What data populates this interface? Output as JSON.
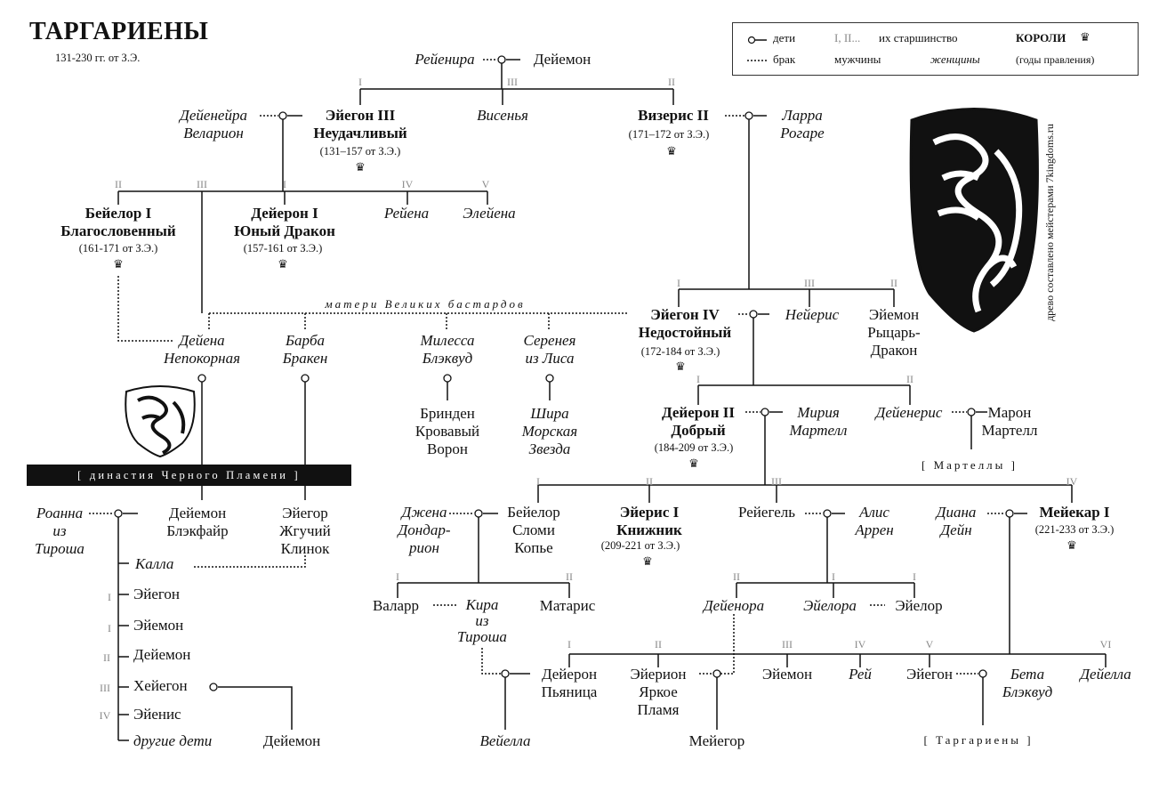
{
  "header": {
    "title": "ТАРГАРИЕНЫ",
    "subtitle": "131-230 гг. от З.Э."
  },
  "legend": {
    "children": "дети",
    "marriage": "брак",
    "seniority_numerals": "I, II...",
    "seniority_label": "их старшинство",
    "men": "мужчины",
    "women": "женщины",
    "kings": "КОРОЛИ",
    "reign": "(годы правления)",
    "crown_icon": "crown-icon"
  },
  "watermark": "древо составлено мейстерами 7kingdoms.ru",
  "banners": {
    "blackfyre": "[ династия Черного Пламени ]",
    "martells": "[ Мартеллы ]",
    "targaryens": "[ Таргариены ]"
  },
  "bastards_mothers_label": "матери Великих бастардов",
  "crown": "♛",
  "people": {
    "rhaenyra": "Рейенира",
    "daemon": "Дейемон",
    "daenaera": "Дейенейра\nВеларион",
    "aegon3": "Эйегон III\nНеудачливый",
    "aegon3_reign": "(131–157 от З.Э.)",
    "visenya": "Висенья",
    "viserys2": "Визерис II",
    "viserys2_reign": "(171–172 от З.Э.)",
    "larra": "Ларра\nРогаре",
    "baelor1": "Бейелор I\nБлагословенный",
    "baelor1_reign": "(161-171 от З.Э.)",
    "daeron1": "Дейерон I\nЮный Дракон",
    "daeron1_reign": "(157-161 от З.Э.)",
    "rhaena": "Рейена",
    "elaena": "Элейена",
    "daena": "Дейена\nНепокорная",
    "barba": "Барба\nБракен",
    "melissa": "Милесса\nБлэквуд",
    "serenei": "Серенея\nиз Лиса",
    "aegon4": "Эйегон IV\nНедостойный",
    "aegon4_reign": "(172-184 от З.Э.)",
    "naerys": "Нейерис",
    "aemon": "Эйемон\nРыцарь-\nДракон",
    "brynden": "Бринден\nКровавый\nВорон",
    "shiera": "Шира\nМорская\nЗвезда",
    "daeron2": "Дейерон II\nДобрый",
    "daeron2_reign": "(184-209 от З.Э.)",
    "myriah": "Мирия\nМартелл",
    "daenerys": "Дейенерис",
    "maron": "Марон\nМартелл",
    "rohanne": "Роанна\nиз\nТироша",
    "daemon_bf": "Дейемон\nБлэкфайр",
    "aegor": "Эйегор\nЖгучий\nКлинок",
    "calla": "Калла",
    "bf_aegon": "Эйегон",
    "bf_aemon": "Эйемон",
    "bf_daemon": "Дейемон",
    "haegon": "Хейегон",
    "aenys": "Эйенис",
    "other_children": "другие дети",
    "haegon_daemon": "Дейемон",
    "jena": "Джена\nДондар-\nрион",
    "baelor_bs": "Бейелор\nСломи\nКопье",
    "aerys1": "Эйерис I\nКнижник",
    "aerys1_reign": "(209-221 от З.Э.)",
    "rhaegel": "Рейегель",
    "alys": "Алис\nАррен",
    "dyanna": "Диана\nДейн",
    "maekar1": "Мейекар I",
    "maekar1_reign": "(221-233 от З.Э.)",
    "valarr": "Валарр",
    "kiera": "Кира\nиз\nТироша",
    "matarys": "Матарис",
    "daenora": "Дейенора",
    "aelora": "Эйелора",
    "aelor": "Эйелор",
    "daeron_drunk": "Дейерон\nПьяница",
    "vaella": "Вейелла",
    "aerion": "Эйерион\nЯркое\nПламя",
    "maegor": "Мейегор",
    "m_aemon": "Эйемон",
    "rhae": "Рей",
    "m_aegon": "Эйегон",
    "betha": "Бета\nБлэквуд",
    "daella": "Дейелла"
  },
  "numerals": {
    "I": "I",
    "II": "II",
    "III": "III",
    "IV": "IV",
    "V": "V",
    "VI": "VI"
  }
}
